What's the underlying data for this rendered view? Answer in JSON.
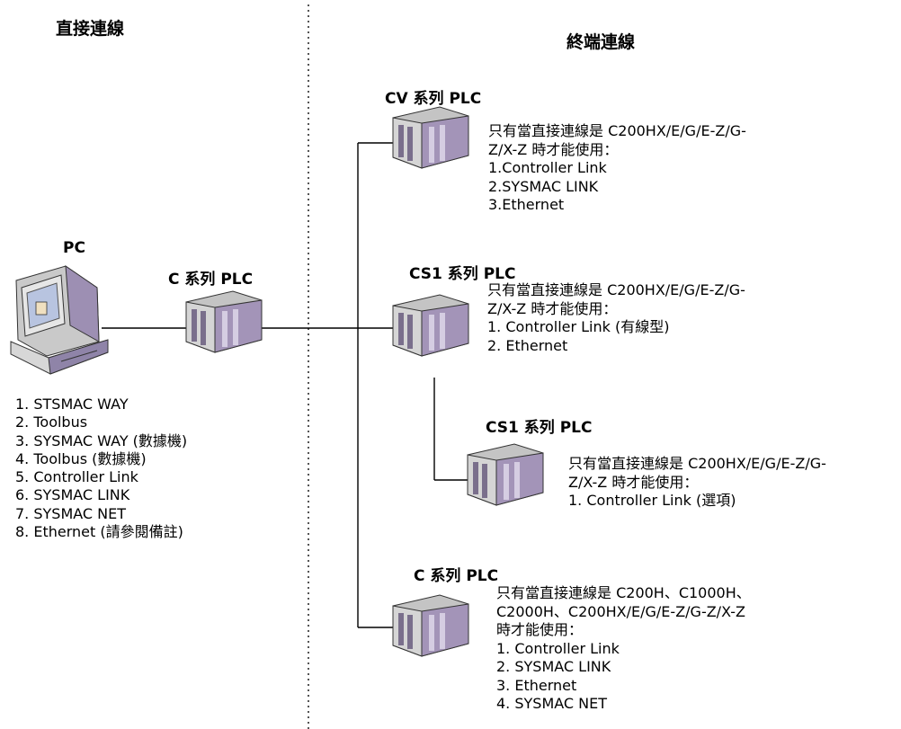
{
  "headings": {
    "direct": "直接連線",
    "terminal": "終端連線"
  },
  "pc": {
    "label": "PC",
    "methods": [
      "1.  STSMAC WAY",
      "2.  Toolbus",
      "3.  SYSMAC WAY (數據機)",
      "4.  Toolbus (數據機)",
      "5.  Controller Link",
      "6.  SYSMAC LINK",
      "7.  SYSMAC NET",
      "8.  Ethernet (請參閱備註)"
    ]
  },
  "direct_plc": {
    "label": "C 系列 PLC"
  },
  "cv_plc": {
    "label": "CV 系列 PLC",
    "note_lines": [
      "只有當直接連線是 C200HX/E/G/E-Z/G-",
      "Z/X-Z 時才能使用：",
      "1.Controller Link",
      "2.SYSMAC LINK",
      "3.Ethernet"
    ]
  },
  "cs1_plc_a": {
    "label": "CS1 系列 PLC",
    "note_lines": [
      "只有當直接連線是 C200HX/E/G/E-Z/G-",
      "Z/X-Z 時才能使用：",
      "1. Controller Link (有線型)",
      "2. Ethernet"
    ]
  },
  "cs1_plc_b": {
    "label": "CS1 系列 PLC",
    "note_lines": [
      "只有當直接連線是 C200HX/E/G/E-Z/G-",
      "Z/X-Z 時才能使用：",
      "1. Controller Link (選項)"
    ]
  },
  "c_plc_bottom": {
    "label": "C 系列 PLC",
    "note_lines": [
      "只有當直接連線是 C200H、C1000H、",
      "C2000H、C200HX/E/G/E-Z/G-Z/X-Z",
      "時才能使用：",
      "1. Controller Link",
      "2. SYSMAC LINK",
      "3. Ethernet",
      "4. SYSMAC NET"
    ]
  }
}
